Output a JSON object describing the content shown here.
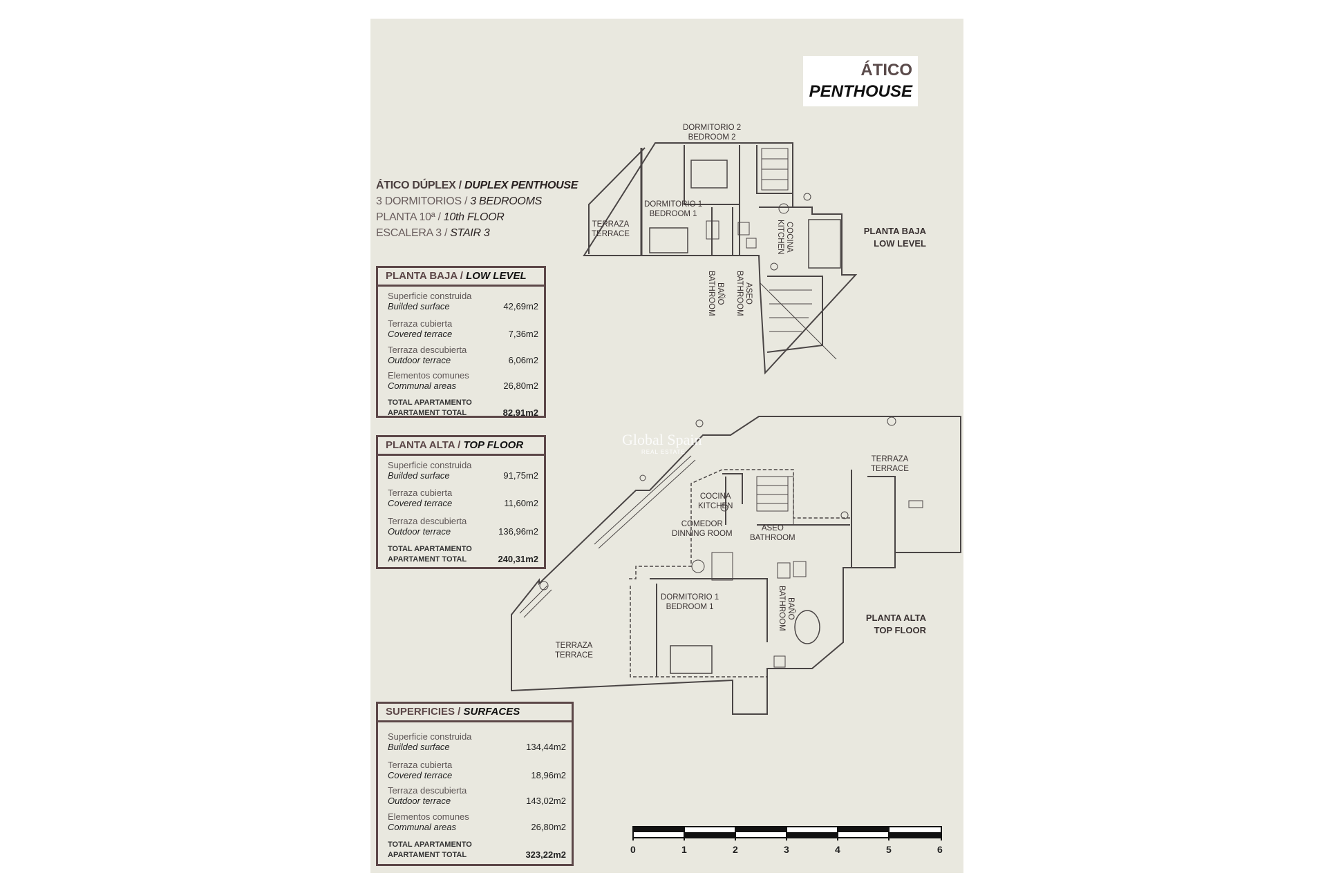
{
  "title": {
    "es": "ÁTICO",
    "en": "PENTHOUSE"
  },
  "info": {
    "type_es": "ÁTICO DÚPLEX /",
    "type_en": "DUPLEX PENTHOUSE",
    "bedrooms_es": "3 DORMITORIOS /",
    "bedrooms_en": "3 BEDROOMS",
    "floor_es": "PLANTA 10ª /",
    "floor_en": "10th FLOOR",
    "stair_es": "ESCALERA 3 /",
    "stair_en": "STAIR 3"
  },
  "low_level": {
    "head_es": "PLANTA BAJA /",
    "head_en": "LOW LEVEL",
    "rows": [
      {
        "es": "Superficie construida",
        "en": "Builded surface",
        "value": "42,69m2"
      },
      {
        "es": "Terraza cubierta",
        "en": "Covered terrace",
        "value": "7,36m2"
      },
      {
        "es": "Terraza descubierta",
        "en": "Outdoor terrace",
        "value": "6,06m2"
      },
      {
        "es": "Elementos comunes",
        "en": "Communal areas",
        "value": "26,80m2"
      },
      {
        "es": "TOTAL APARTAMENTO",
        "en": "APARTAMENT TOTAL",
        "value": "82,91m2"
      }
    ]
  },
  "top_floor": {
    "head_es": "PLANTA ALTA /",
    "head_en": "TOP FLOOR",
    "rows": [
      {
        "es": "Superficie construida",
        "en": "Builded surface",
        "value": "91,75m2"
      },
      {
        "es": "Terraza cubierta",
        "en": "Covered terrace",
        "value": "11,60m2"
      },
      {
        "es": "Terraza descubierta",
        "en": "Outdoor terrace",
        "value": "136,96m2"
      },
      {
        "es": "TOTAL APARTAMENTO",
        "en": "APARTAMENT TOTAL",
        "value": "240,31m2"
      }
    ]
  },
  "surfaces": {
    "head_es": "SUPERFICIES /",
    "head_en": "SURFACES",
    "rows": [
      {
        "es": "Superficie construida",
        "en": "Builded surface",
        "value": "134,44m2"
      },
      {
        "es": "Terraza cubierta",
        "en": "Covered terrace",
        "value": "18,96m2"
      },
      {
        "es": "Terraza descubierta",
        "en": "Outdoor terrace",
        "value": "143,02m2"
      },
      {
        "es": "Elementos comunes",
        "en": "Communal areas",
        "value": "26,80m2"
      },
      {
        "es": "TOTAL APARTAMENTO",
        "en": "APARTAMENT TOTAL",
        "value": "323,22m2"
      }
    ]
  },
  "plan_labels": {
    "low": {
      "es": "PLANTA BAJA",
      "en": "LOW LEVEL"
    },
    "top": {
      "es": "PLANTA ALTA",
      "en": "TOP FLOOR"
    }
  },
  "rooms_low": {
    "bedroom2": {
      "es": "DORMITORIO 2",
      "en": "BEDROOM 2"
    },
    "bedroom1": {
      "es": "DORMITORIO 1",
      "en": "BEDROOM 1"
    },
    "terrace": {
      "es": "TERRAZA",
      "en": "TERRACE"
    },
    "kitchen": {
      "es": "COCINA",
      "en": "KITCHEN"
    },
    "bath": {
      "es": "BAÑO",
      "en": "BATHROOM"
    },
    "toilet": {
      "es": "ASEO",
      "en": "BATHROOM"
    }
  },
  "rooms_top": {
    "terrace_ne": {
      "es": "TERRAZA",
      "en": "TERRACE"
    },
    "kitchen": {
      "es": "COCINA",
      "en": "KITCHEN"
    },
    "dining": {
      "es": "COMEDOR",
      "en": "DINNING ROOM"
    },
    "toilet": {
      "es": "ASEO",
      "en": "BATHROOM"
    },
    "bedroom1": {
      "es": "DORMITORIO 1",
      "en": "BEDROOM 1"
    },
    "bath": {
      "es": "BAÑO",
      "en": "BATHROOM"
    },
    "terrace_sw": {
      "es": "TERRAZA",
      "en": "TERRACE"
    }
  },
  "watermark": {
    "name": "Global Spain",
    "sub": "REAL ESTATE"
  },
  "scale_bar": {
    "ticks": [
      "0",
      "1",
      "2",
      "3",
      "4",
      "5",
      "6"
    ]
  },
  "colors": {
    "sheet": "#e9e8df",
    "frame": "#5c4748",
    "line": "#4a4545"
  }
}
